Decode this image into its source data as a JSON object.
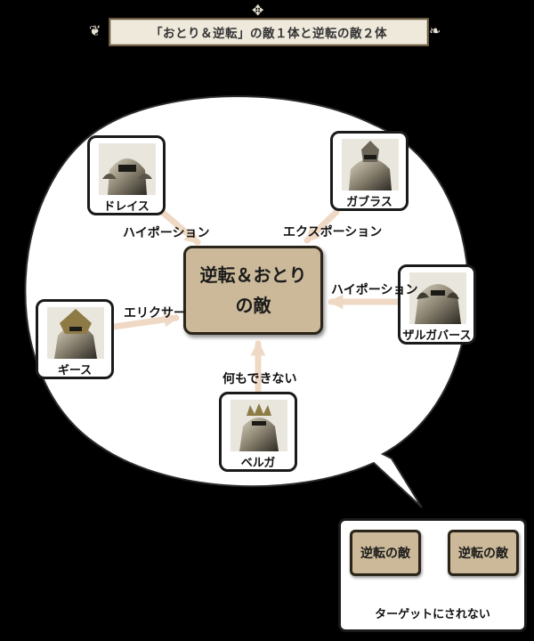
{
  "title": "「おとり＆逆転」の敵１体と逆転の敵２体",
  "center": {
    "line1": "逆転＆おとり",
    "line2": "の敵"
  },
  "enemies": [
    {
      "name": "ドレイス",
      "icon": "dreis-portrait-icon"
    },
    {
      "name": "ガブラス",
      "icon": "gabranth-portrait-icon"
    },
    {
      "name": "ザルガバース",
      "icon": "zargabaath-portrait-icon"
    },
    {
      "name": "ギース",
      "icon": "ghis-portrait-icon"
    },
    {
      "name": "ベルガ",
      "icon": "bergan-portrait-icon"
    }
  ],
  "actions": [
    {
      "label": "ハイポーション"
    },
    {
      "label": "エクスポーション"
    },
    {
      "label": "ハイポーション"
    },
    {
      "label": "エリクサー"
    },
    {
      "label": "何もできない"
    }
  ],
  "panel": {
    "enemy_a": "逆転の敵",
    "enemy_b": "逆転の敵",
    "note": "ターゲットにされない"
  },
  "colors": {
    "center_fill": "#cbb999",
    "arrow": "#efd9c4",
    "bubble": "#ffffff",
    "background": "#000000"
  }
}
